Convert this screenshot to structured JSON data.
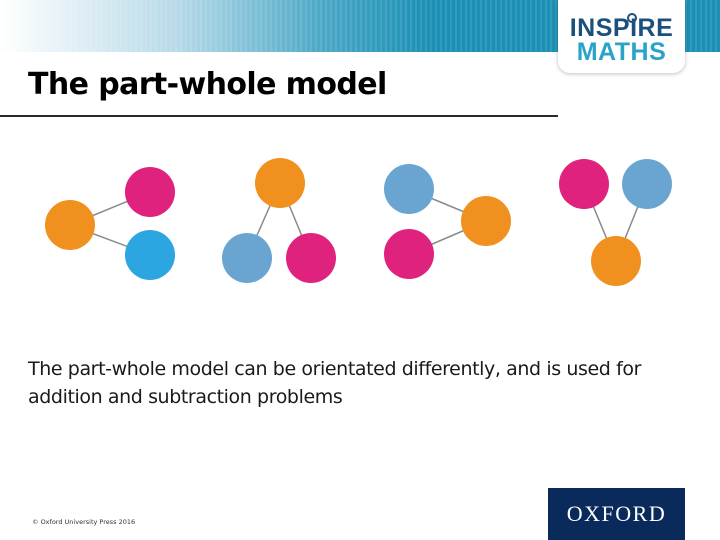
{
  "header": {
    "brand_line1": "INSPIRE",
    "brand_line2": "MATHS",
    "brand_colors": {
      "bar": "#1b8fb5",
      "inspire": "#1d4f7c",
      "maths": "#2aa3c8"
    }
  },
  "slide": {
    "title": "The part-whole model",
    "caption": "The part-whole model can be orientated differently, and is used for addition and subtraction problems"
  },
  "diagrams": [
    {
      "orientation": "whole-left",
      "whole_color": "orange",
      "part_colors": [
        "magenta",
        "cyan"
      ]
    },
    {
      "orientation": "whole-top",
      "whole_color": "orange",
      "part_colors": [
        "steel-blue",
        "magenta"
      ]
    },
    {
      "orientation": "whole-right",
      "whole_color": "orange",
      "part_colors": [
        "steel-blue",
        "magenta"
      ]
    },
    {
      "orientation": "whole-bottom",
      "whole_color": "orange",
      "part_colors": [
        "magenta",
        "steel-blue"
      ]
    }
  ],
  "colors": {
    "orange": "#f0901e",
    "magenta": "#e0227f",
    "cyan": "#2ba6e1",
    "steel-blue": "#6aa5d2",
    "connector": "#8a8a8a"
  },
  "footer": {
    "copyright": "© Oxford University Press 2016",
    "publisher": "OXFORD"
  }
}
